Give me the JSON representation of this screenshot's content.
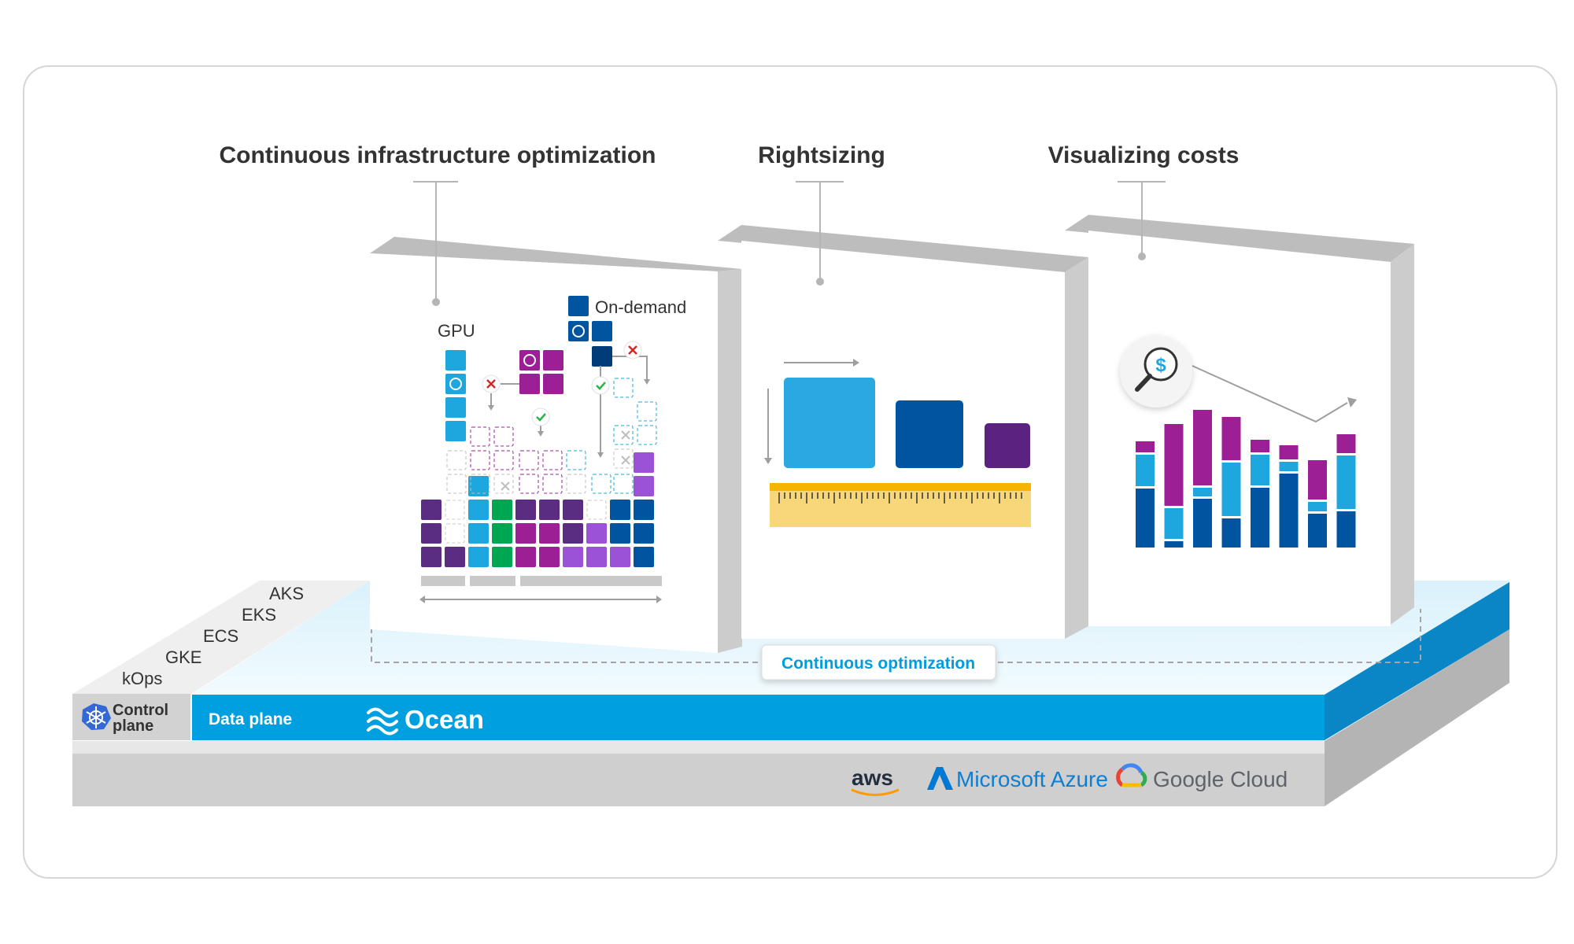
{
  "headings": {
    "infra": "Continuous infrastructure optimization",
    "rightsizing": "Rightsizing",
    "costs": "Visualizing costs"
  },
  "panel1": {
    "gpu_label": "GPU",
    "on_demand_label": "On-demand"
  },
  "platform": {
    "orchestrators": [
      "AKS",
      "EKS",
      "ECS",
      "GKE",
      "kOps"
    ],
    "control_plane_line1": "Control",
    "control_plane_line2": "plane",
    "data_plane": "Data plane",
    "ocean_brand": "Ocean",
    "continuous_optimization": "Continuous optimization"
  },
  "clouds": {
    "aws": "aws",
    "azure": "Microsoft Azure",
    "google": "Google Cloud"
  },
  "colors": {
    "accent_blue": "#00a0e0",
    "purple": "#5b2d82",
    "magenta": "#9c1f95",
    "light_blue": "#1ea7de",
    "dark_blue": "#0054a0",
    "green": "#00a651",
    "violet": "#9b52d6",
    "ruler": "#f7d77a"
  }
}
